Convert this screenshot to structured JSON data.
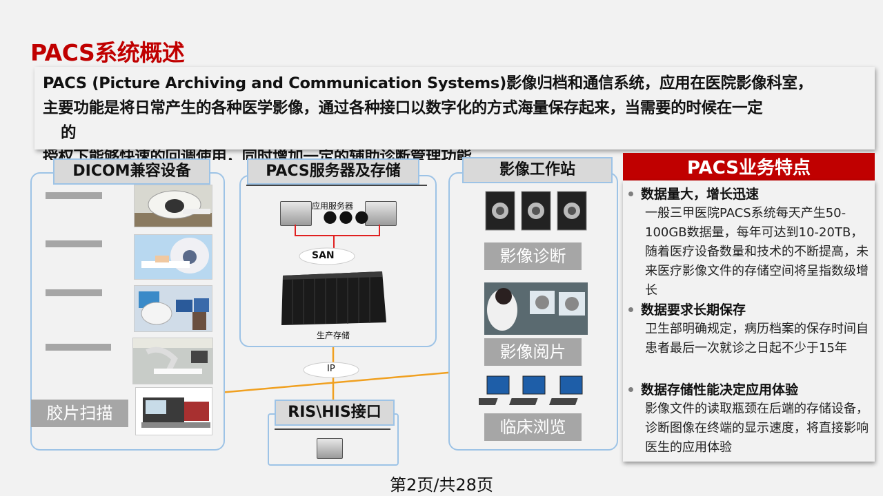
{
  "title": "PACS系统概述",
  "intro": {
    "line1": "PACS (Picture Archiving and Communication Systems)影像归档和通信系统，应用在医院影像科室，",
    "line2": "主要功能是将日常产生的各种医学影像，通过各种接口以数字化的方式海量保存起来，当需要的时候在一定",
    "line3": "的",
    "line4": "授权下能够快速的回调使用，同时增加一定的辅助诊断管理功能。"
  },
  "diagram": {
    "dicom_label": "DICOM兼容设备",
    "pacs_label": "PACS服务器及存储",
    "workstation_label": "影像工作站",
    "ris_label": "RIS\\HIS接口",
    "app_server": "应用服务器",
    "san": "SAN",
    "storage": "生产存储",
    "ip": "IP",
    "film_scan": "胶片扫描",
    "ws_diagnosis": "影像诊断",
    "ws_reading": "影像阅片",
    "ws_browse": "临床浏览"
  },
  "features": {
    "header": "PACS业务特点",
    "items": [
      {
        "title": "数据量大，增长迅速",
        "body": "一般三甲医院PACS系统每天产生50-100GB数据量，每年可达到10-20TB，随着医疗设备数量和技术的不断提高，未来医疗影像文件的存储空间将呈指数级增长"
      },
      {
        "title": "数据要求长期保存",
        "body": "卫生部明确规定，病历档案的保存时间自患者最后一次就诊之日起不少于15年"
      },
      {
        "title": "数据存储性能决定应用体验",
        "body": "影像文件的读取瓶颈在后端的存储设备，诊断图像在终端的显示速度，将直接影响医生的应用体验"
      }
    ]
  },
  "footer": "第2页/共28页",
  "colors": {
    "accent": "#c00000",
    "panel_border": "#9dc3e6",
    "link_line": "#f0a020",
    "red_line": "#e02020"
  }
}
